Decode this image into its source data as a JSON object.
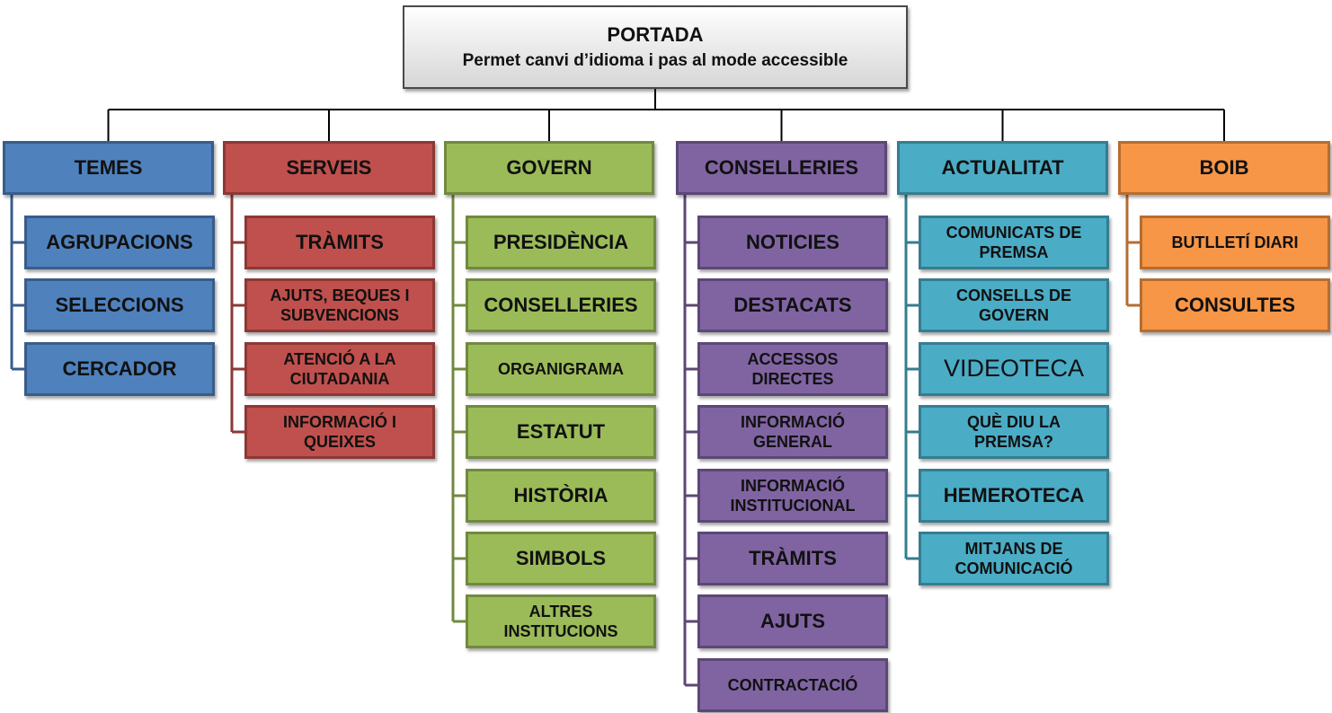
{
  "root": {
    "title": "PORTADA",
    "subtitle": "Permet canvi d’idioma i pas al mode accessible"
  },
  "columns": [
    {
      "id": "temes",
      "label": "TEMES",
      "fill": "#4f81bd",
      "stroke": "#385d8a",
      "children": [
        "AGRUPACIONS",
        "SELECCIONS",
        "CERCADOR"
      ]
    },
    {
      "id": "serveis",
      "label": "SERVEIS",
      "fill": "#c0504d",
      "stroke": "#8c3836",
      "children": [
        "TRÀMITS",
        "AJUTS, BEQUES I SUBVENCIONS",
        "ATENCIÓ A LA CIUTADANIA",
        "INFORMACIÓ I QUEIXES"
      ]
    },
    {
      "id": "govern",
      "label": "GOVERN",
      "fill": "#9bbb59",
      "stroke": "#71893f",
      "children": [
        "PRESIDÈNCIA",
        "CONSELLERIES",
        "ORGANIGRAMA",
        "ESTATUT",
        "HISTÒRIA",
        "SIMBOLS",
        "ALTRES INSTITUCIONS"
      ]
    },
    {
      "id": "conselleries",
      "label": "CONSELLERIES",
      "fill": "#8064a2",
      "stroke": "#5c4776",
      "children": [
        "NOTICIES",
        "DESTACATS",
        "ACCESSOS DIRECTES",
        "INFORMACIÓ GENERAL",
        "INFORMACIÓ INSTITUCIONAL",
        "TRÀMITS",
        "AJUTS",
        "CONTRACTACIÓ"
      ]
    },
    {
      "id": "actualitat",
      "label": "ACTUALITAT",
      "fill": "#4bacc6",
      "stroke": "#357d91",
      "children": [
        "COMUNICATS DE PREMSA",
        "CONSELLS DE GOVERN",
        "VIDEOTECA",
        "QUÈ DIU LA PREMSA?",
        "HEMEROTECA",
        "MITJANS DE COMUNICACIÓ"
      ]
    },
    {
      "id": "boib",
      "label": "BOIB",
      "fill": "#f79646",
      "stroke": "#b66d31",
      "children": [
        "BUTLLETÍ DIARI",
        "CONSULTES"
      ]
    }
  ]
}
